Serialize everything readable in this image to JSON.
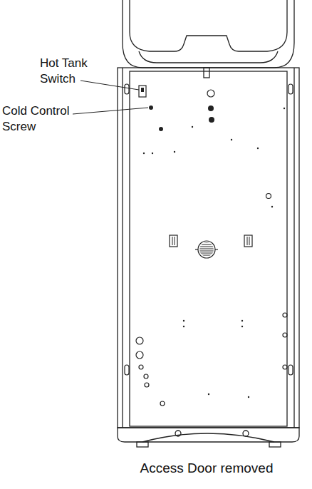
{
  "diagram": {
    "caption": "Access Door removed",
    "labels": [
      "Hot Tank Switch",
      "Cold Control Screw"
    ]
  }
}
